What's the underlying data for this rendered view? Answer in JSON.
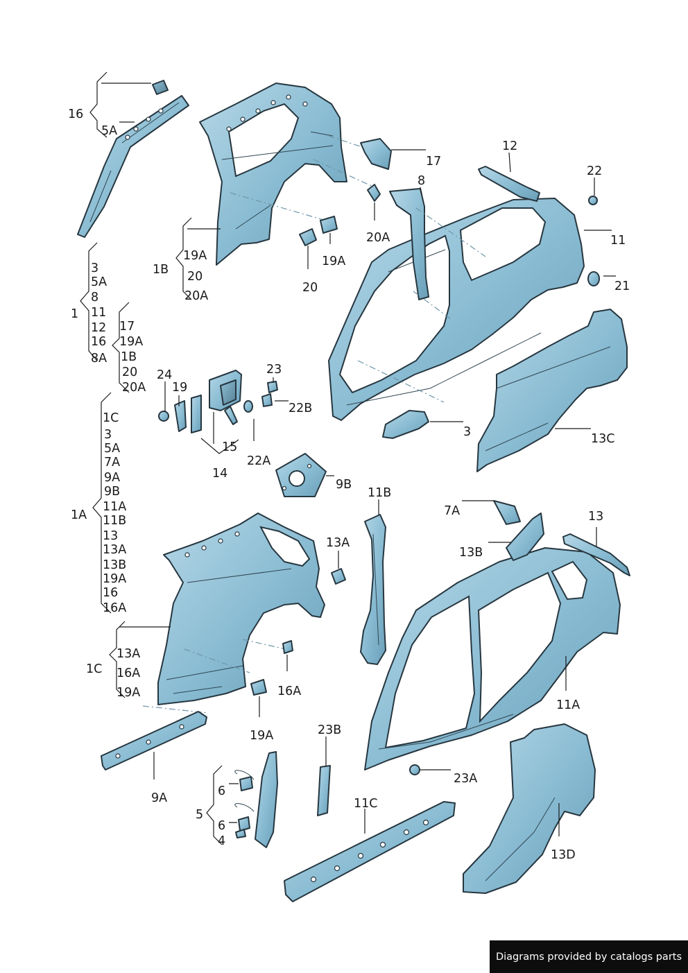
{
  "labels": {
    "l16": "16",
    "l5A": "5A",
    "l17": "17",
    "l12": "12",
    "l22": "22",
    "l8": "8",
    "l20A": "20A",
    "l11": "11",
    "l19A": "19A",
    "l1B": "1B",
    "l20": "20",
    "l21": "21",
    "l1": "1",
    "l24": "24",
    "l19": "19",
    "l23": "23",
    "l22B": "22B",
    "l3": "3",
    "l13C": "13C",
    "l15": "15",
    "l22A": "22A",
    "l14": "14",
    "l9B": "9B",
    "l11B": "11B",
    "l7A": "7A",
    "l13": "13",
    "l1A": "1A",
    "l13A": "13A",
    "l13B": "13B",
    "l1C": "1C",
    "l11A": "11A",
    "l16A": "16A",
    "l19A_b": "19A",
    "l9A": "9A",
    "l23B": "23B",
    "l6": "6",
    "l5": "5",
    "l6b": "6",
    "l4": "4",
    "l23A": "23A",
    "l11C": "11C",
    "l13D": "13D"
  },
  "groups": {
    "g1": [
      "3",
      "5A",
      "8",
      "11",
      "12",
      "16",
      "8A"
    ],
    "g1B": [
      "19A",
      "20",
      "20A"
    ],
    "gSide": [
      "17",
      "19A",
      "1B",
      "20",
      "20A"
    ],
    "g1A": [
      "1C",
      "3",
      "5A",
      "7A",
      "9A",
      "9B",
      "11A",
      "11B",
      "13",
      "13A",
      "13B",
      "19A",
      "16",
      "16A"
    ],
    "g1C": [
      "13A",
      "16A",
      "19A"
    ]
  },
  "colors": {
    "metal_light": "#a8cde0",
    "metal_mid": "#7fb3cc",
    "metal_dark": "#5b8fa8",
    "outline": "#26363f"
  },
  "footer": {
    "text": "Diagrams provided by catalogs parts"
  }
}
